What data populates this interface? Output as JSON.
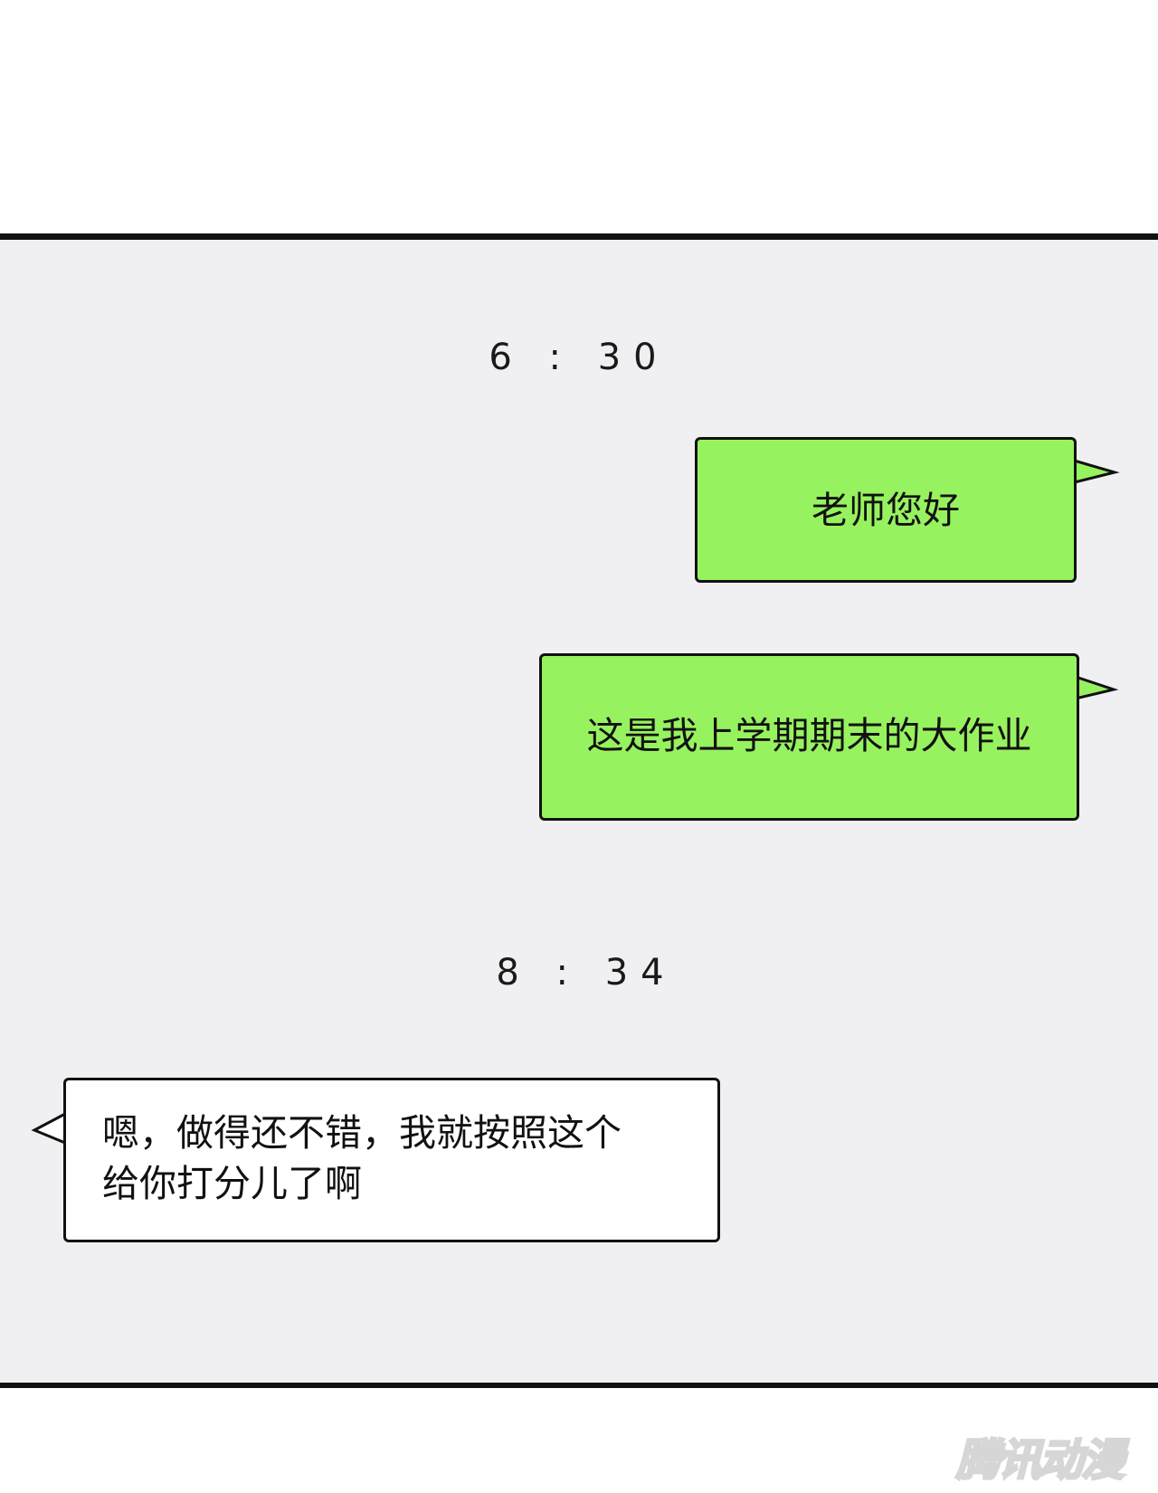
{
  "chat": {
    "timestamps": [
      "6 : 30",
      "8 : 34"
    ],
    "messages": [
      {
        "side": "right",
        "text": "老师您好",
        "bubble_color": "#97f25f"
      },
      {
        "side": "right",
        "text": "这是我上学期期末的大作业",
        "bubble_color": "#97f25f"
      },
      {
        "side": "left",
        "text": "嗯，做得还不错，我就按照这个给你打分儿了啊",
        "line1": "嗯，做得还不错，我就按照这个",
        "line2": "给你打分儿了啊",
        "bubble_color": "#ffffff"
      }
    ]
  },
  "watermark": "腾讯动漫",
  "colors": {
    "panel_bg": "#f0f0f2",
    "border": "#111111",
    "sent_bubble": "#97f25f",
    "received_bubble": "#ffffff"
  }
}
